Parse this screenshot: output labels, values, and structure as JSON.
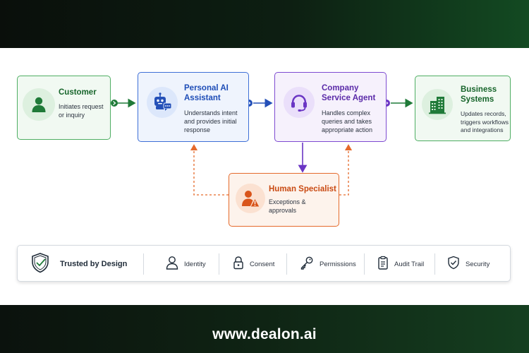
{
  "nodes": {
    "customer": {
      "title": "Customer",
      "desc": "Initiates request or inquiry",
      "icon": "person-icon",
      "color": "#17652b"
    },
    "personal_ai": {
      "title": "Personal AI Assistant",
      "desc": "Understands intent and provides initial response",
      "icon": "robot-chat-icon",
      "color": "#1e4db7"
    },
    "company_agent": {
      "title": "Company Service Agent",
      "desc": "Handles complex queries and takes appropriate action",
      "icon": "headset-icon",
      "color": "#5a2aa8"
    },
    "business": {
      "title": "Business Systems",
      "desc": "Updates records, triggers workflows and integrations",
      "icon": "buildings-icon",
      "color": "#17652b"
    },
    "human": {
      "title": "Human Specialist",
      "desc": "Exceptions & approvals",
      "icon": "person-warning-icon",
      "color": "#c94a12"
    }
  },
  "trust": {
    "heading": "Trusted by Design",
    "items": [
      {
        "label": "Identity",
        "icon": "user-icon"
      },
      {
        "label": "Consent",
        "icon": "lock-icon"
      },
      {
        "label": "Permissions",
        "icon": "key-icon"
      },
      {
        "label": "Audit Trail",
        "icon": "clipboard-icon"
      },
      {
        "label": "Security",
        "icon": "shield-check-icon"
      }
    ]
  },
  "footer": {
    "url": "www.dealon.ai"
  }
}
